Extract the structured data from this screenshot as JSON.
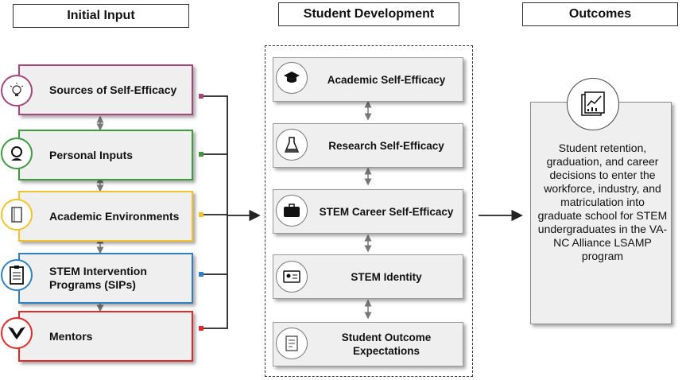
{
  "headers": {
    "initial": "Initial Input",
    "development": "Student Development",
    "outcomes": "Outcomes"
  },
  "inputs": [
    {
      "label": "Sources of Self-Efficacy",
      "color": "#a3477a",
      "icon": "lightbulb-icon"
    },
    {
      "label": "Personal Inputs",
      "color": "#3e9a3e",
      "icon": "person-icon"
    },
    {
      "label": "Academic Environments",
      "color": "#f2c12e",
      "icon": "book-icon"
    },
    {
      "label": "STEM Intervention Programs (SIPs)",
      "color": "#2f7fc1",
      "icon": "clipboard-icon"
    },
    {
      "label": "Mentors",
      "color": "#e02a2a",
      "icon": "handshake-icon"
    }
  ],
  "development": [
    {
      "label": "Academic Self-Efficacy",
      "icon": "graduation-cap-icon"
    },
    {
      "label": "Research Self-Efficacy",
      "icon": "flask-icon"
    },
    {
      "label": "STEM Career Self-Efficacy",
      "icon": "briefcase-icon"
    },
    {
      "label": "STEM Identity",
      "icon": "id-card-icon"
    },
    {
      "label": "Student Outcome Expectations",
      "icon": "document-icon"
    }
  ],
  "outcome": {
    "text": "Student retention, graduation, and career decisions to enter the workforce, industry, and matriculation into graduate school for STEM undergraduates in the VA-NC Alliance LSAMP program",
    "icon": "chart-report-icon"
  }
}
